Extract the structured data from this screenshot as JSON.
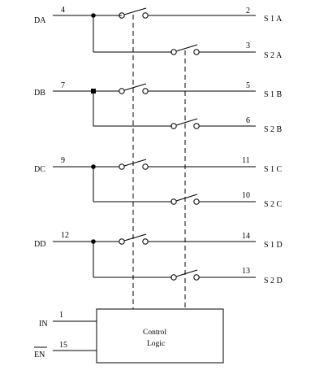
{
  "groups": [
    {
      "input": "DA",
      "input_pin": "4",
      "out1_pin": "2",
      "out1": "S 1 A",
      "out2_pin": "3",
      "out2": "S 2 A"
    },
    {
      "input": "DB",
      "input_pin": "7",
      "out1_pin": "5",
      "out1": "S 1 B",
      "out2_pin": "6",
      "out2": "S 2 B"
    },
    {
      "input": "DC",
      "input_pin": "9",
      "out1_pin": "11",
      "out1": "S 1 C",
      "out2_pin": "10",
      "out2": "S 2 C"
    },
    {
      "input": "DD",
      "input_pin": "12",
      "out1_pin": "14",
      "out1": "S 1 D",
      "out2_pin": "13",
      "out2": "S 2 D"
    }
  ],
  "control": {
    "line1": "Control",
    "line2": "Logic",
    "in_label": "IN",
    "in_pin": "1",
    "en_label": "EN",
    "en_pin": "15"
  }
}
